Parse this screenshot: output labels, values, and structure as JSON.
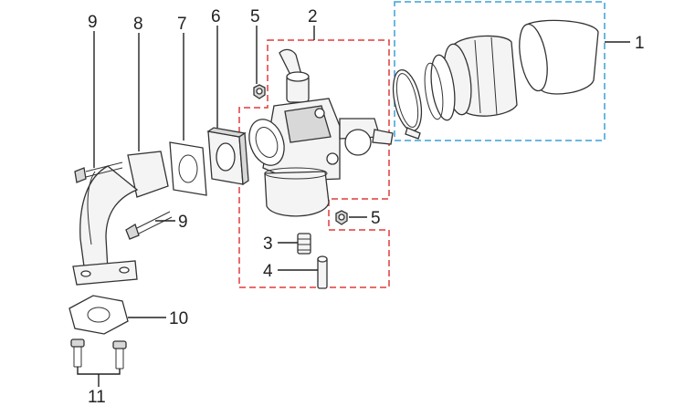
{
  "callouts": {
    "air_filter": "1",
    "carburetor": "2",
    "part_3": "3",
    "part_4": "4",
    "nut_upper": "5",
    "nut_lower": "5",
    "gasket_6": "6",
    "gasket_7": "7",
    "intake_manifold": "8",
    "bolt_upper": "9",
    "bolt_lower": "9",
    "flange_gasket": "10",
    "bolts_bottom": "11"
  },
  "colors": {
    "carburetor_group_outline": "#e03c3c",
    "air_filter_group_outline": "#3aa0d8",
    "line_art": "#333333",
    "label_text": "#222222"
  },
  "icons": {
    "air_filter": "air-filter-drawing",
    "carburetor": "carburetor-drawing",
    "intake_manifold": "intake-manifold-drawing"
  }
}
